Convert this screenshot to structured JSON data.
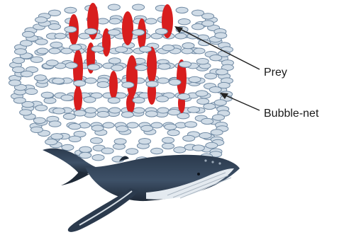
{
  "labels": {
    "prey": "Prey",
    "bubble_net": "Bubble-net"
  },
  "colors": {
    "prey": "#d81e1e",
    "bubble_fill": "#cfdbe6",
    "bubble_stroke": "#6f89a3",
    "whale_dark": "#2e3d50",
    "whale_belly": "#e4eaf0"
  },
  "icons": {
    "prey": "red-fish-ellipse",
    "bubble": "bubble-oval",
    "whale": "humpback-whale"
  }
}
